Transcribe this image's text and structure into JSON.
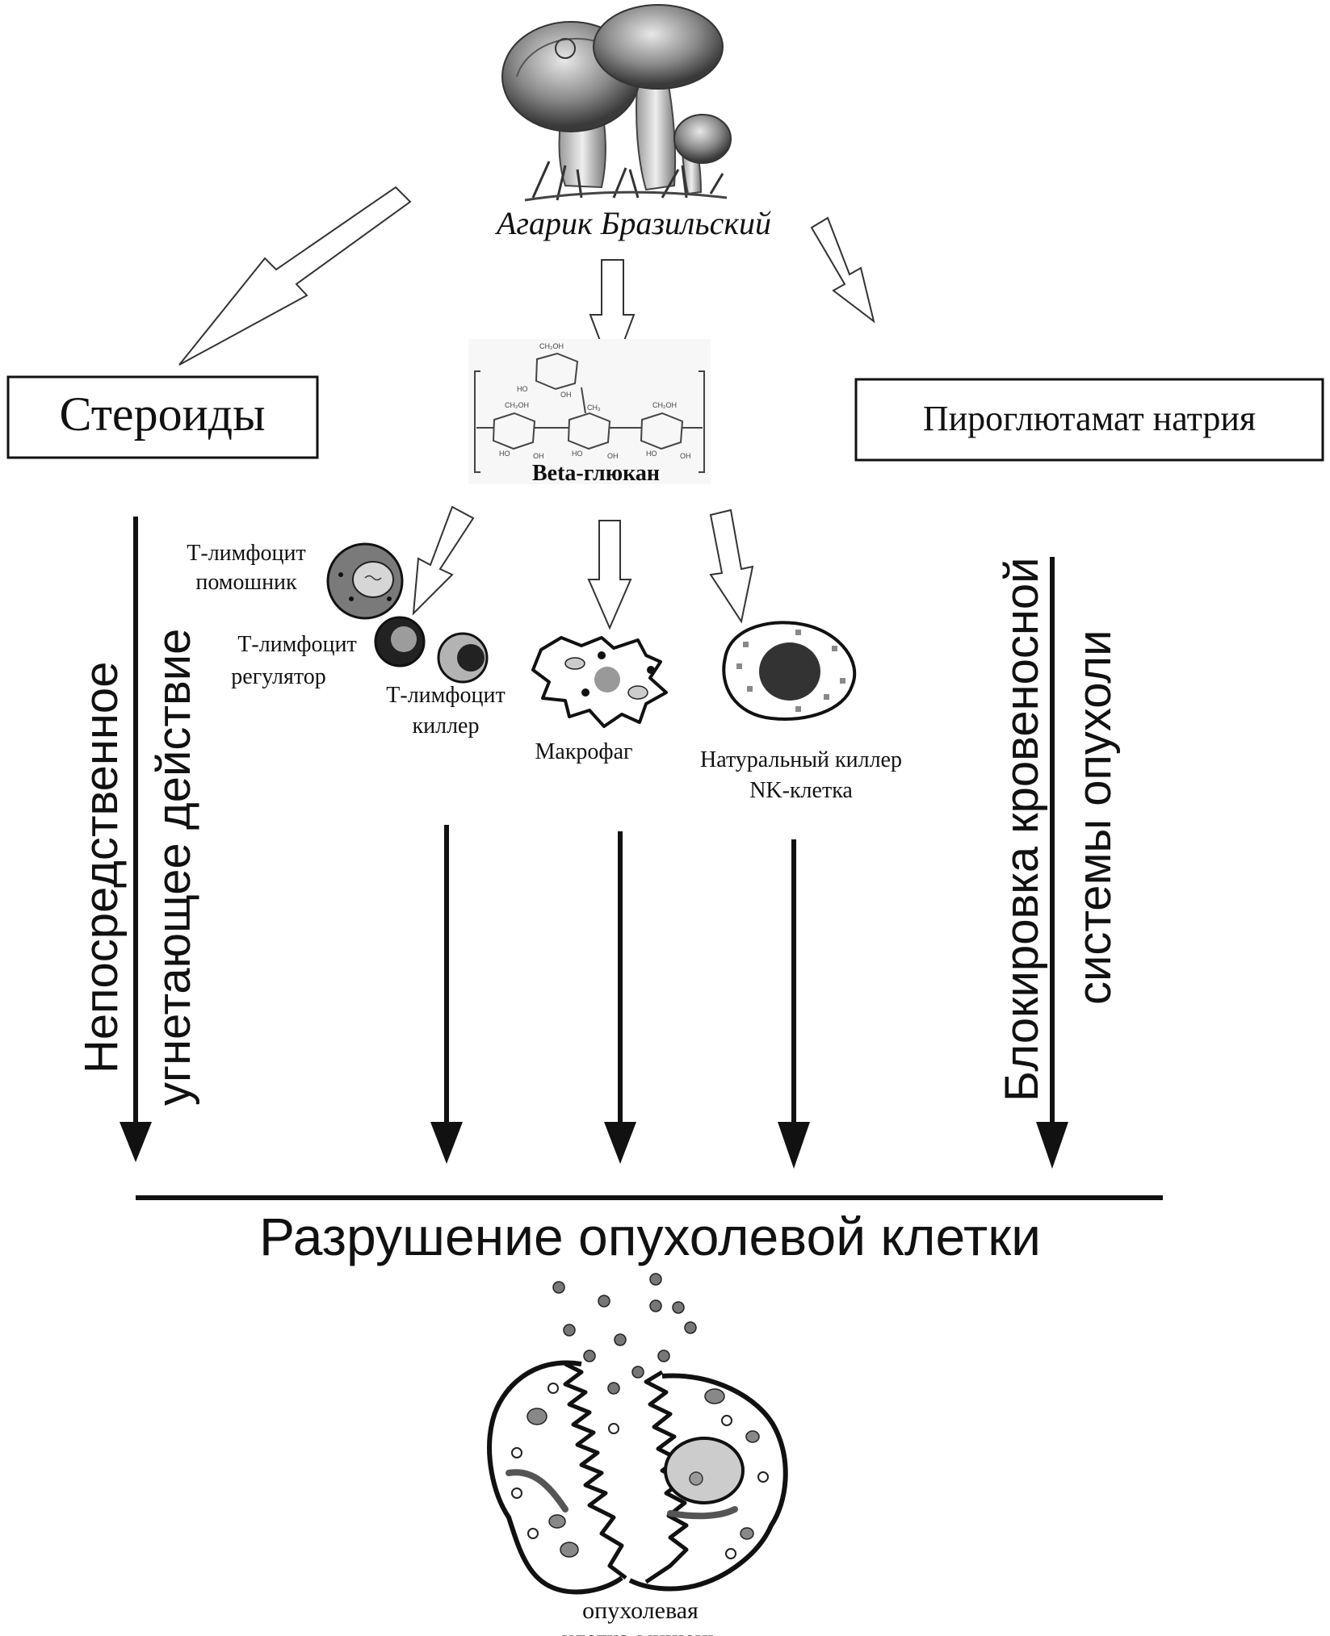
{
  "source": {
    "title": "Агарик Бразильский"
  },
  "boxes": {
    "steroids": "Стероиды",
    "pyroglutamate": "Пироглютамат натрия"
  },
  "molecule": {
    "name": "Beta-глюкан"
  },
  "cells": {
    "t_helper_line1": "Т-лимфоцит",
    "t_helper_line2": "помошник",
    "t_regulator_line1": "Т-лимфоцит",
    "t_regulator_line2": "регулятор",
    "t_killer_line1": "Т-лимфоцит",
    "t_killer_line2": "киллер",
    "macrophage": "Макрофаг",
    "nk_line1": "Натуральный киллер",
    "nk_line2": "NK-клетка"
  },
  "side_labels": {
    "left_line1": "Непосредственное",
    "left_line2": "угнетающее действие",
    "right_line1": "Блокировка кровеносной",
    "right_line2": "системы опухоли"
  },
  "result": {
    "title": "Разрушение опухолевой клетки",
    "target_line1": "опухолевая",
    "target_line2": "клетка-мишень"
  }
}
